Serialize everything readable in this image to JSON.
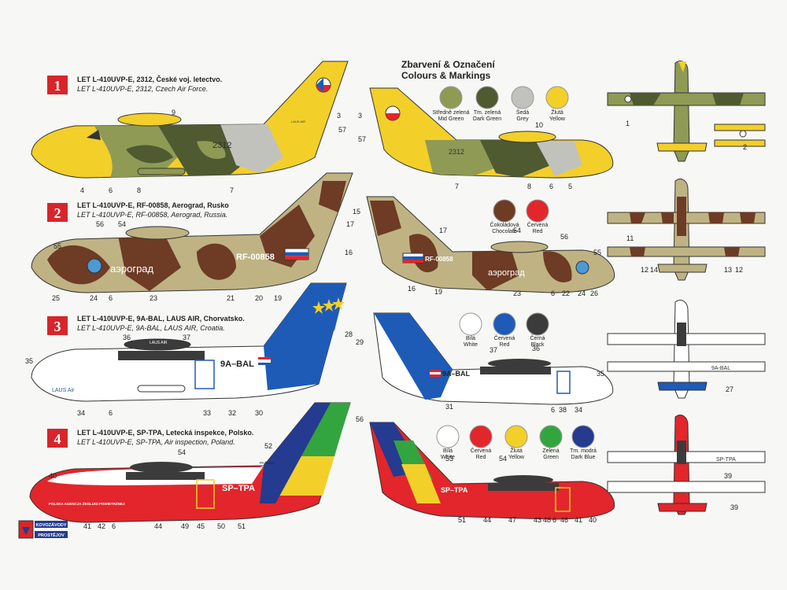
{
  "palette": {
    "mid_green": "#8f9a55",
    "dark_green": "#4f5a30",
    "grey": "#c2c2bd",
    "yellow": "#f3cf2a",
    "chocolate": "#6e3b24",
    "red": "#e2262b",
    "white": "#ffffff",
    "black": "#3b3b3b",
    "blue": "#1e5bb7",
    "green": "#33a53f",
    "dark_blue": "#243b90",
    "sand": "#bfb384",
    "badge_red": "#d6262b"
  },
  "header": {
    "title_cz": "Zbarvení & Označení",
    "title_en": "Colours & Markings"
  },
  "schemes": [
    {
      "number": "1",
      "caption_cz": "LET L-410UVP-E, 2312, České voj. letectvo.",
      "caption_en": "LET L-410UVP-E, 2312, Czech Air Force.",
      "registration": "2312",
      "registration_right": "2312",
      "fin_small_text": "LAUS AIR",
      "swatches": [
        {
          "cz": "Středně zelená",
          "en": "Mid Green",
          "color": "#8f9a55"
        },
        {
          "cz": "Tm. zelená",
          "en": "Dark Green",
          "color": "#4f5a30"
        },
        {
          "cz": "Šedá",
          "en": "Grey",
          "color": "#c2c2bd"
        },
        {
          "cz": "Žlutá",
          "en": "Yellow",
          "color": "#f3cf2a"
        }
      ],
      "callouts_left": [
        "9",
        "3",
        "57",
        "4",
        "6",
        "8",
        "7"
      ],
      "callouts_right": [
        "3",
        "10",
        "57",
        "7",
        "8",
        "6",
        "5"
      ],
      "callouts_top": [
        "1",
        "2"
      ]
    },
    {
      "number": "2",
      "caption_cz": "LET L-410UVP-E, RF-00858, Aerograd, Rusko",
      "caption_en": "LET L-410UVP-E, RF-00858, Aerograd, Russia.",
      "registration": "RF-00858",
      "registration_right": "RF-00858",
      "titling": "аэроград",
      "titling_right": "аэроград",
      "swatches": [
        {
          "cz": "Čokoládová",
          "en": "Chocolate",
          "color": "#6e3b24"
        },
        {
          "cz": "Červená",
          "en": "Red",
          "color": "#e2262b"
        }
      ],
      "callouts_left": [
        "56",
        "54",
        "15",
        "17",
        "55",
        "16",
        "25",
        "24",
        "6",
        "23",
        "21",
        "20",
        "19"
      ],
      "callouts_right": [
        "17",
        "54",
        "56",
        "55",
        "16",
        "19",
        "23",
        "6",
        "22",
        "24",
        "26"
      ],
      "callouts_top": [
        "11",
        "12",
        "14",
        "13",
        "12"
      ]
    },
    {
      "number": "3",
      "caption_cz": "LET L-410UVP-E, 9A-BAL, LAUS AIR, Chorvatsko.",
      "caption_en": "LET L-410UVP-E, 9A-BAL, LAUS AIR, Croatia.",
      "registration": "9A–BAL",
      "registration_right": "9A–BAL",
      "titling": "LAUS Air",
      "titling_top": "LAUS AIR",
      "swatches": [
        {
          "cz": "Bílá",
          "en": "White",
          "color": "#ffffff"
        },
        {
          "cz": "Červená",
          "en": "Red",
          "color": "#1e5bb7"
        },
        {
          "cz": "Černá",
          "en": "Black",
          "color": "#3b3b3b"
        }
      ],
      "callouts_left": [
        "36",
        "37",
        "28",
        "35",
        "34",
        "6",
        "33",
        "32",
        "30"
      ],
      "callouts_right": [
        "29",
        "37",
        "36",
        "35",
        "31",
        "6",
        "38",
        "34"
      ],
      "callouts_top": [
        "27"
      ],
      "top_registration": "9A-BAL"
    },
    {
      "number": "4",
      "caption_cz": "LET L-410UVP-E, SP-TPA, Letecká inspekce, Polsko.",
      "caption_en": "LET L-410UVP-E, SP-TPA, Air inspection, Poland.",
      "registration": "SP–TPA",
      "registration_right": "SP–TPA",
      "titling": "POLSKA AGENCJA ŻEGLUGI POWIETRZNEJ",
      "fin_small_text": "PAŻUGA",
      "swatches": [
        {
          "cz": "Bílá",
          "en": "White",
          "color": "#ffffff"
        },
        {
          "cz": "Červená",
          "en": "Red",
          "color": "#e2262b"
        },
        {
          "cz": "Žlutá",
          "en": "Yellow",
          "color": "#f3cf2a"
        },
        {
          "cz": "Zelená",
          "en": "Green",
          "color": "#33a53f"
        },
        {
          "cz": "Tm. modrá",
          "en": "Dark Blue",
          "color": "#243b90"
        }
      ],
      "callouts_left": [
        "56",
        "52",
        "54",
        "40",
        "41",
        "42",
        "6",
        "44",
        "49",
        "45",
        "50",
        "51"
      ],
      "callouts_right": [
        "53",
        "54",
        "51",
        "44",
        "47",
        "43",
        "48",
        "6",
        "46",
        "41",
        "40"
      ],
      "callouts_top": [
        "39",
        "39"
      ],
      "top_registration": "SP-TPA"
    }
  ],
  "logo": {
    "line1": "KOVOZÁVODY",
    "line2": "PROSTĚJOV"
  }
}
